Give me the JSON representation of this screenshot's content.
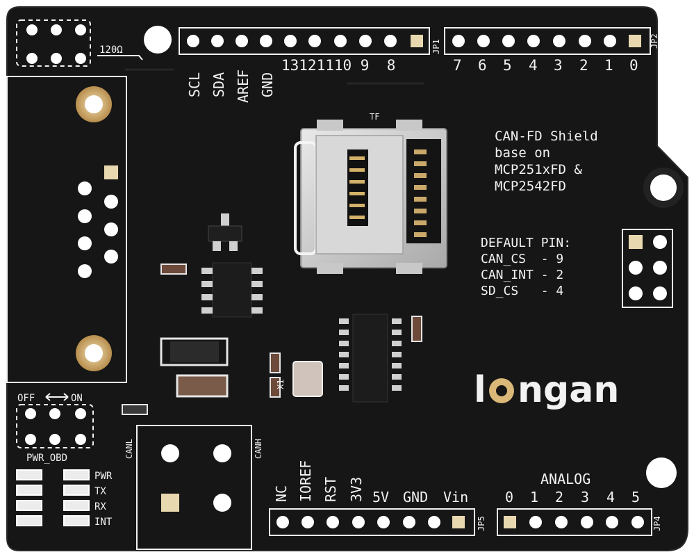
{
  "board": {
    "silkscreen": {
      "resistor_120": "120Ω",
      "tf": "TF",
      "jp1": "JP1",
      "jp2": "JP2",
      "jp4": "JP4",
      "jp5": "JP5",
      "canl": "CANL",
      "canh": "CANH",
      "x1": "X1",
      "off": "OFF",
      "on": "ON",
      "pwr_obd": "PWR_OBD",
      "analog": "ANALOG"
    },
    "top_labels_left": [
      "SCL",
      "SDA",
      "AREF",
      "GND"
    ],
    "top_numbers_jp1": "13121110 9  8",
    "top_numbers_jp2": [
      "7",
      "6",
      "5",
      "4",
      "3",
      "2",
      "1",
      "0"
    ],
    "title_lines": [
      "CAN-FD Shield",
      "base on",
      "MCP251xFD &",
      "MCP2542FD"
    ],
    "default_pin": [
      "DEFAULT PIN:",
      "CAN_CS  - 9",
      "CAN_INT - 2",
      "SD_CS   - 4"
    ],
    "led_labels": [
      "PWR",
      "TX",
      "RX",
      "INT"
    ],
    "power_labels": [
      "NC",
      "IOREF",
      "RST",
      "3V3",
      "5V",
      "GND",
      "Vin"
    ],
    "analog_numbers": [
      "0",
      "1",
      "2",
      "3",
      "4",
      "5"
    ],
    "logo": "longan"
  },
  "colors": {
    "pcb": "#161616",
    "silk": "#f2f2f2",
    "gold": "#c9a86a",
    "metal": "#cfcfcf",
    "chip": "#1d1d1d",
    "logo_accent": "#d9b878"
  }
}
